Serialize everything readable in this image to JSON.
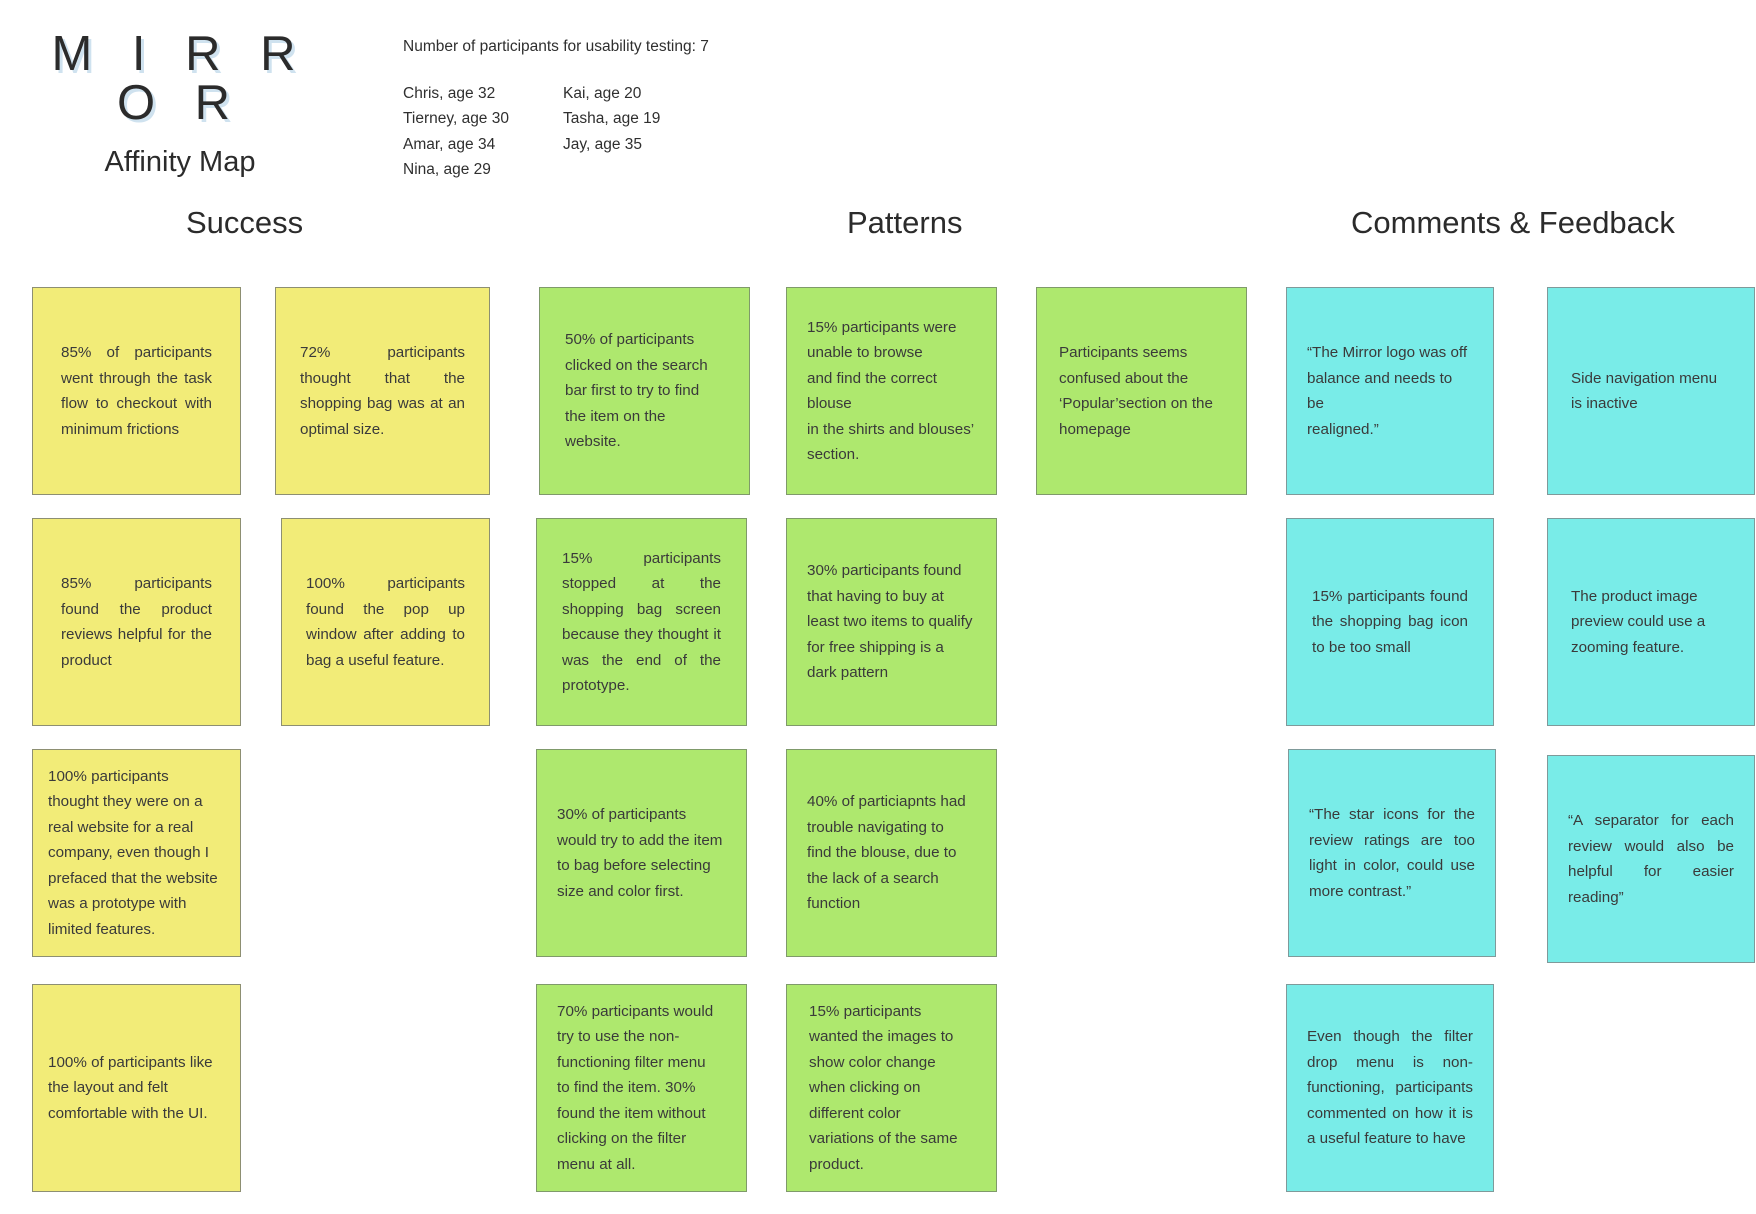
{
  "header": {
    "brand_title": "M I R R O R",
    "brand_subtitle": "Affinity Map",
    "participants_count_label": "Number of participants for usability testing: 7",
    "participants_left": [
      "Chris,  age  32",
      "Tierney,  age  30",
      "Amar,  age  34",
      "Nina,  age  29"
    ],
    "participants_right": [
      "Kai,  age  20",
      "Tasha,  age  19",
      "Jay, age 35"
    ]
  },
  "columns": {
    "success": "Success",
    "patterns": "Patterns",
    "comments": "Comments & Feedback"
  },
  "colors": {
    "yellow": "#f2ec78",
    "green": "#aee86e",
    "cyan": "#79ece8",
    "note_border": "#8a8f85",
    "text": "#3a3a3a",
    "logo_shadow": "#cfe2ef"
  },
  "notes": {
    "success": [
      "85% of participants went  through  the task  flow  to checkout  with minimum  frictions",
      "72%  participants thought  that  the shopping  bag  was  at an  optimal  size.",
      "85%  participants found  the  product reviews  helpful  for the  product",
      "100%  participants found  the  pop  up window  after adding to bag a useful feature.",
      "100% participants\nthought  they were on a\nreal website for a real\ncompany,  even  though I\nprefaced that the website\nwas a prototype with\nlimited features.",
      "100% of participants like\nthe layout and felt\ncomfortable with the UI."
    ],
    "patterns": [
      "50% of  participants\nclicked on the  search\nbar first  to try to find\nthe item on   the\nwebsite.",
      "15% participants were\nunable to browse\nand find the correct blouse\nin the  shirts and blouses’\nsection.",
      "Participants seems\nconfused about the\n‘Popular’section on the\nhomepage",
      "15% participants stopped  at  the shopping  bag  screen because  they  thought it  was  the  end  of the  prototype.",
      "30% participants found\nthat having to buy at\nleast two items to qualify\nfor free shipping is a\ndark pattern",
      "30% of participants\nwould try to add the item\nto bag before selecting\nsize and color first.",
      "40% of particiapnts had\ntrouble navigating to\nfind the blouse, due to\nthe lack of a search\nfunction",
      "70%  participants  would\ntry to use the non-\nfunctioning filter menu\nto find the item.  30%\nfound the item without\nclicking on the filter\nmenu at all.",
      "15% participants\nwanted the images to\nshow color change\nwhen clicking on\ndifferent color\nvariations of the same\nproduct."
    ],
    "comments": [
      "“The Mirror logo was off\nbalance and needs to be\nrealigned.”",
      "Side navigation menu\nis inactive",
      "15%  participants found  the  shopping bag  icon  to  be  too small",
      "The product image\npreview could use a\nzooming feature.",
      "“The  star   icons   for   the review   ratings are   too light  in  color, could use more contrast.”",
      "“A  separator   for   each review  would  also be  helpful  for  easier reading”",
      "Even   though   the   filter drop menu  is  non- functioning,  participants commented on how it is a useful feature  to have"
    ]
  }
}
